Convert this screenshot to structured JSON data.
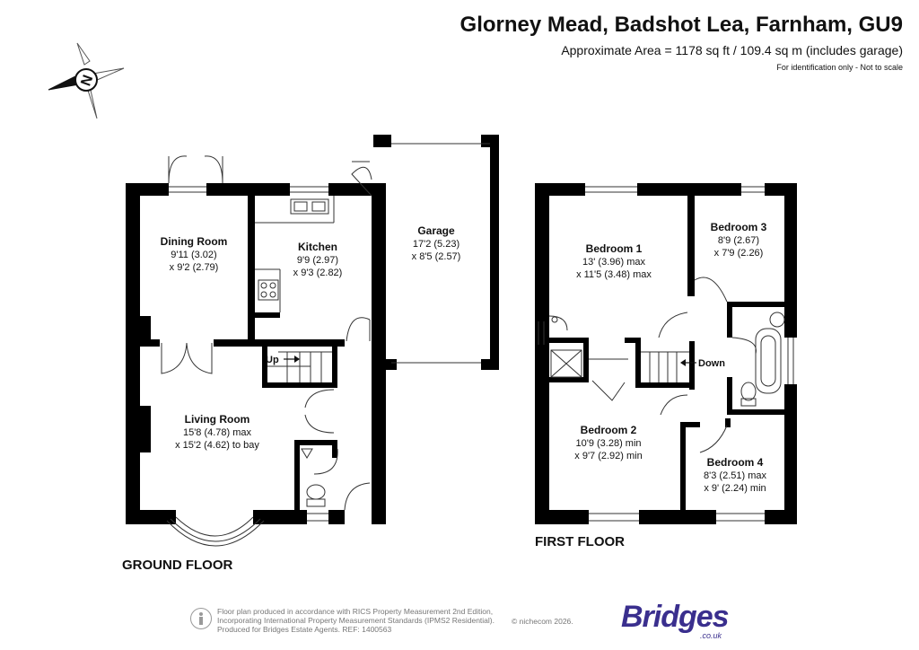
{
  "header": {
    "title": "Glorney Mead, Badshot Lea, Farnham, GU9",
    "area": "Approximate Area = 1178 sq ft / 109.4 sq m (includes garage)",
    "note": "For identification only - Not to scale"
  },
  "compass": {
    "letter": "N",
    "icon": "compass-icon"
  },
  "ground_floor": {
    "label": "GROUND FLOOR",
    "rooms": [
      {
        "name": "Dining Room",
        "dims1": "9'11 (3.02)",
        "dims2": "x 9'2 (2.79)"
      },
      {
        "name": "Kitchen",
        "dims1": "9'9 (2.97)",
        "dims2": "x 9'3 (2.82)"
      },
      {
        "name": "Garage",
        "dims1": "17'2 (5.23)",
        "dims2": "x 8'5 (2.57)"
      },
      {
        "name": "Living Room",
        "dims1": "15'8 (4.78) max",
        "dims2": "x 15'2 (4.62) to bay"
      }
    ],
    "stairs_label": "Up"
  },
  "first_floor": {
    "label": "FIRST FLOOR",
    "rooms": [
      {
        "name": "Bedroom 1",
        "dims1": "13' (3.96) max",
        "dims2": "x 11'5 (3.48) max"
      },
      {
        "name": "Bedroom 3",
        "dims1": "8'9 (2.67)",
        "dims2": "x 7'9 (2.26)"
      },
      {
        "name": "Bedroom 2",
        "dims1": "10'9 (3.28) min",
        "dims2": "x 9'7 (2.92) min"
      },
      {
        "name": "Bedroom 4",
        "dims1": "8'3 (2.51) max",
        "dims2": "x 9' (2.24) min"
      }
    ],
    "stairs_label": "Down"
  },
  "footer": {
    "line1": "Floor plan produced in accordance with RICS Property Measurement 2nd Edition,",
    "line2": "Incorporating International Property Measurement Standards (IPMS2 Residential).",
    "line3": "Produced for Bridges Estate Agents.   REF: 1400563",
    "copyright": "© nichecom 2026.",
    "brand": "Bridges",
    "brand_sub": ".co.uk",
    "brand_color": "#3a2f8e"
  }
}
